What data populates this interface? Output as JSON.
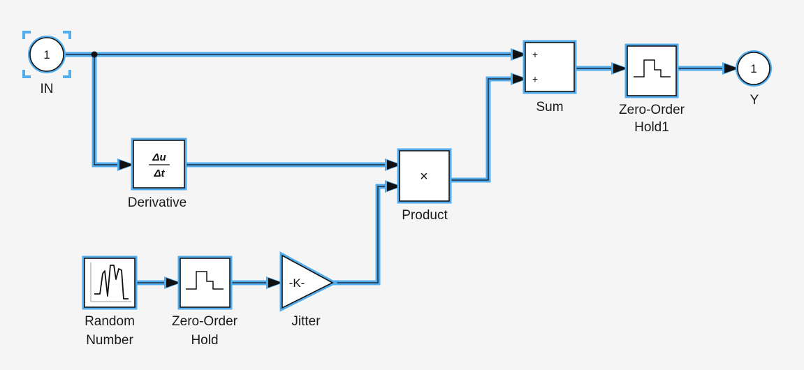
{
  "blocks": {
    "in": {
      "label": "IN",
      "port": "1"
    },
    "derivative": {
      "label": "Derivative",
      "num": "Δu",
      "den": "Δt"
    },
    "product": {
      "label": "Product",
      "symbol": "×"
    },
    "sum": {
      "label": "Sum",
      "sign1": "+",
      "sign2": "+"
    },
    "zoh1": {
      "label_line1": "Zero-Order",
      "label_line2": "Hold1"
    },
    "out": {
      "label": "Y",
      "port": "1"
    },
    "random": {
      "label_line1": "Random",
      "label_line2": "Number"
    },
    "zoh": {
      "label_line1": "Zero-Order",
      "label_line2": "Hold"
    },
    "jitter": {
      "label": "Jitter",
      "gain": "-K-"
    }
  },
  "colors": {
    "background": "#f5f5f6",
    "selection_glow": "#53acec",
    "wire": "#1b2a3a",
    "block_border": "#141414"
  },
  "icons": {
    "zero_order_hold": "staircase-icon",
    "random_number": "noise-signal-icon",
    "gain": "triangle-gain-icon"
  }
}
